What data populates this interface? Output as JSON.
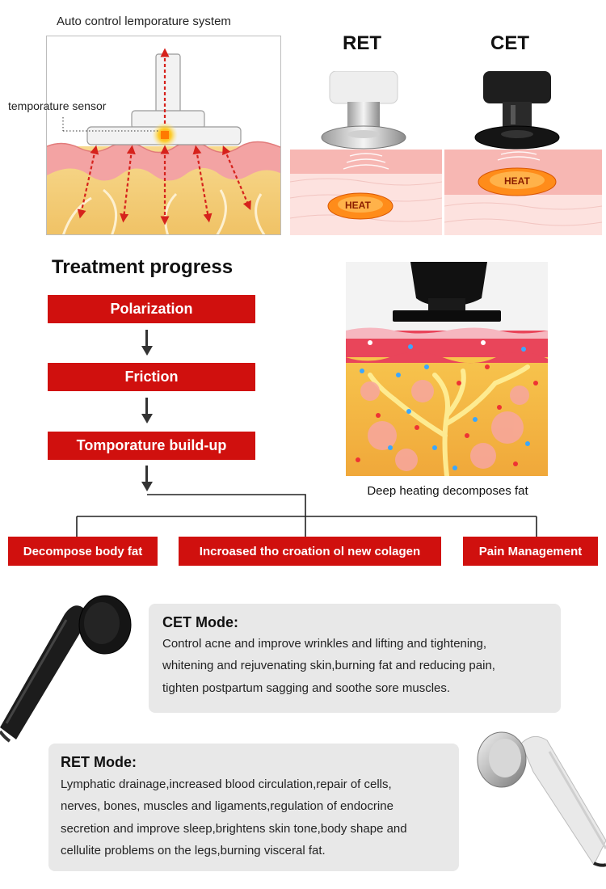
{
  "temperature_diagram": {
    "title": "Auto control lemporature system",
    "sensor_label": "temporature sensor"
  },
  "ret_label": "RET",
  "cet_label": "CET",
  "heat_label": "HEAT",
  "progress": {
    "title": "Treatment progress",
    "steps": [
      "Polarization",
      "Friction",
      "Tomporature build-up"
    ]
  },
  "outcomes": [
    "Decompose body fat",
    "Incroased tho croation ol new colagen",
    "Pain Management"
  ],
  "fat_image_caption": "Deep heating decomposes fat",
  "cet_mode": {
    "title": "CET Mode:",
    "lines": [
      "Control acne and improve wrinkles and lifting and tightening,",
      "whitening and rejuvenating skin,burning fat and reducing pain,",
      "tighten postpartum sagging and soothe sore muscles."
    ]
  },
  "ret_mode": {
    "title": "RET Mode:",
    "lines": [
      "Lymphatic drainage,increased blood circulation,repair of cells,",
      "nerves, bones, muscles and ligaments,regulation of endocrine",
      "secretion and improve sleep,brightens skin tone,body shape and",
      "cellulite problems on the legs,burning visceral fat."
    ]
  },
  "colors": {
    "accent_red": "#d0100e",
    "card_gray": "#e8e8e8",
    "skin_pink": "#f4a6a6",
    "fat_yellow": "#f6d27a"
  }
}
